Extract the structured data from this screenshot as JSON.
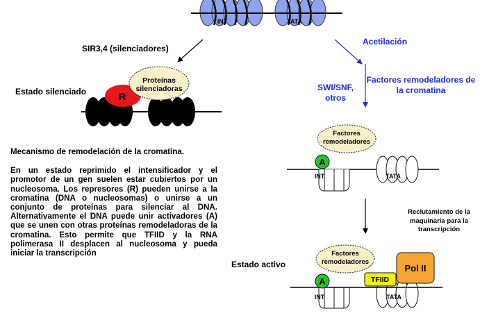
{
  "colors": {
    "nucleosome_top": "#8ea2ee",
    "dna_strand": "#000000",
    "silencer_R": "#e8161d",
    "bubble_fill": "#f7f0c9",
    "activator_A": "#29c22e",
    "tfiid": "#f2f20a",
    "pol2": "#f5a533",
    "blue_text": "#1f2bd6"
  },
  "top": {
    "int_label": "INT",
    "tata_label": "TATA"
  },
  "left_branch": {
    "arrow_label": "SIR3,4 (silenciadores)",
    "state_label": "Estado silenciado",
    "repressor_label": "R",
    "bubble_label": "Proteínas silenciadoras"
  },
  "right_branch": {
    "arrow_label": "Acetilación",
    "swi_label": "SWI/SNF, otros",
    "factors_label": "Factores remodeladores de la cromatina"
  },
  "middle_right": {
    "bubble_label": "Factores remodeladores",
    "activator_label": "A",
    "int_label": "INT",
    "tata_label": "TATA",
    "recruit_label": "Reclutamiento de la maquinaria para la transcripción"
  },
  "bottom_right": {
    "state_label": "Estado activo",
    "bubble_label": "Factores remodeladores",
    "activator_label": "A",
    "tfiid_label": "TFIID",
    "pol2_label": "Pol II",
    "int_label": "INT",
    "tata_label": "TATA"
  },
  "description": {
    "title": "Mecanismo de remodelación de la cromatina.",
    "body": "En un estado reprimido el intensificador y el promotor de un gen suelen estar cubiertos por un nucleosoma. Los represores (R) pueden unirse a la cromatina (DNA o nucleosomas) o unirse a un conjunto de proteínas para silenciar al DNA. Alternativamente el DNA puede unir activadores (A) que se unen con otras proteínas remodeladoras de la cromatina. Esto permite que TFIID y la RNA polimerasa II desplacen al nucleosoma y pueda iniciar la transcripción"
  }
}
